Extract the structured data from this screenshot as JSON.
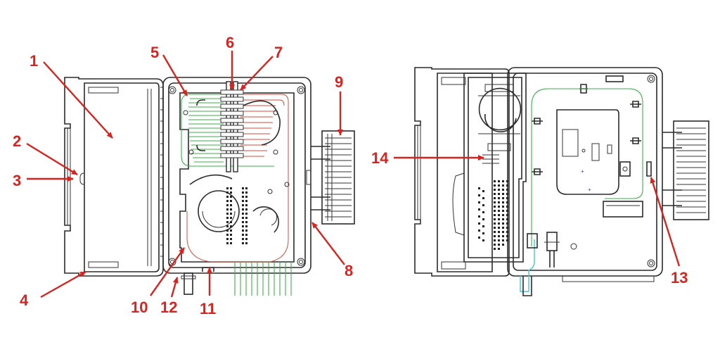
{
  "callouts": {
    "c1": "1",
    "c2": "2",
    "c3": "3",
    "c4": "4",
    "c5": "5",
    "c6": "6",
    "c7": "7",
    "c8": "8",
    "c9": "9",
    "c10": "10",
    "c11": "11",
    "c12": "12",
    "c13": "13",
    "c14": "14"
  },
  "colors": {
    "callout": "#d62420",
    "outline": "#2b2b2b",
    "fiber_green": "#3bb24a",
    "fiber_red": "#d84a3a",
    "fiber_cyan": "#41c8e0"
  }
}
